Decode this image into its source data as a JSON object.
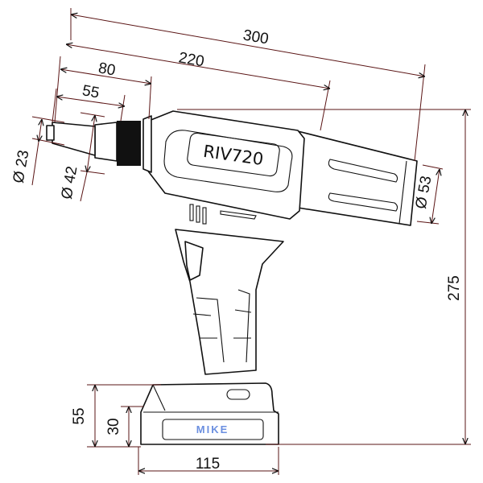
{
  "drawing": {
    "model_label": "RIV720",
    "logo": "MIKE",
    "colors": {
      "dimension_line": "#5a1414",
      "outline": "#111111",
      "logo_blue": "#6b8fe0",
      "logo_red": "#e03030"
    },
    "dimensions": {
      "overall_length": "300",
      "body_length": "220",
      "nose_length": "80",
      "nosepiece_length": "55",
      "nosepiece_diameter": "Ø 23",
      "nose_diameter": "Ø 42",
      "rear_diameter": "Ø 53",
      "overall_height": "275",
      "battery_height": "55",
      "battery_base_height": "30",
      "battery_width": "115"
    }
  }
}
